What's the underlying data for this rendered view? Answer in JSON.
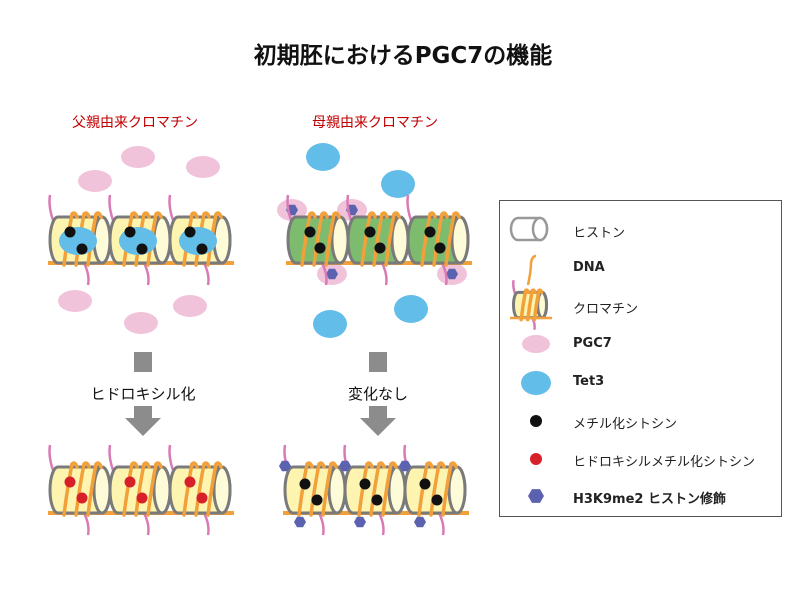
{
  "title": "初期胚におけるPGC7の機能",
  "paternal": {
    "label": "父親由来クロマチン",
    "process": "ヒドロキシル化"
  },
  "maternal": {
    "label": "母親由来クロマチン",
    "process": "変化なし"
  },
  "legend": {
    "items": [
      {
        "icon": "histone",
        "label": "ヒストン"
      },
      {
        "icon": "dna",
        "label": "DNA"
      },
      {
        "icon": "chromatin",
        "label": "クロマチン"
      },
      {
        "icon": "pgc7",
        "label": "PGC7"
      },
      {
        "icon": "tet3",
        "label": "Tet3"
      },
      {
        "icon": "methylcytosine",
        "label": "メチル化シトシン"
      },
      {
        "icon": "hydroxymethylcytosine",
        "label": "ヒドロキシルメチル化シトシン"
      },
      {
        "icon": "h3k9me2",
        "label": "H3K9me2 ヒストン修飾"
      }
    ]
  },
  "colors": {
    "pgc7": "#f0c3da",
    "tet3": "#63bde9",
    "methyl": "#111111",
    "hydroxy": "#d7202a",
    "h3k9me2": "#5b63b0",
    "histone_fill": "#fdf4b0",
    "histone_green": "#7dbb6e",
    "histone_stroke": "#7a7a7a",
    "dna": "#f2a03a",
    "tail": "#d97ab5",
    "arrow": "#8c8c8c",
    "label_red": "#c00000"
  }
}
